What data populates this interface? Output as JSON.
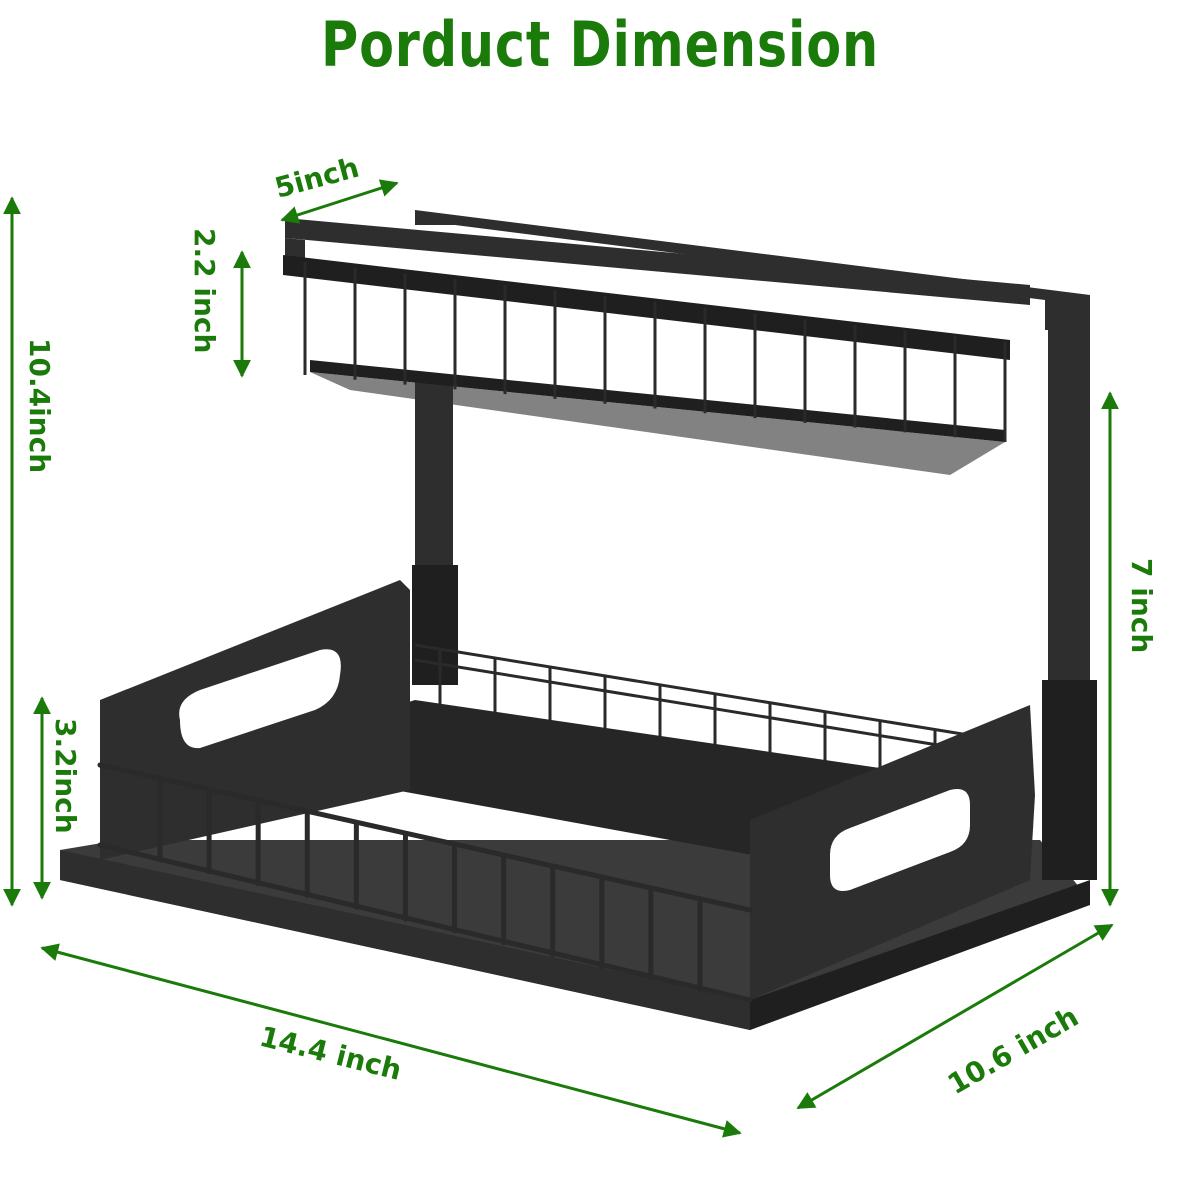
{
  "title": "Porduct Dimension",
  "accent_color": "#1a7a0a",
  "product_color": "#2e2e2e",
  "dimensions": {
    "total_height": "10.4inch",
    "top_basket_depth": "5inch",
    "top_basket_height": "2.2 inch",
    "upper_clearance": "7 inch",
    "bottom_basket_height": "3.2inch",
    "width": "14.4 inch",
    "depth": "10.6 inch"
  }
}
